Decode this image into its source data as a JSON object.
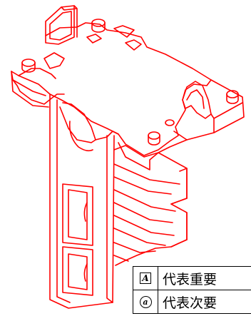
{
  "drawing": {
    "line_color": "#ff0000"
  },
  "legend": {
    "rows": [
      {
        "symbol": "A",
        "symbol_shape": "square",
        "text": "代表重要"
      },
      {
        "symbol": "a",
        "symbol_shape": "circle",
        "text": "代表次要"
      }
    ]
  }
}
